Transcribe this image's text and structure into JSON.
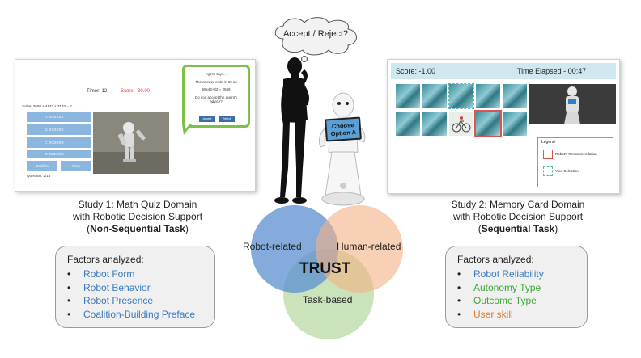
{
  "thought_bubble": {
    "text": "Accept / Reject?"
  },
  "robot_tablet": {
    "line1": "Choose",
    "line2": "Option A"
  },
  "study1": {
    "caption_line1": "Study 1: Math Quiz Domain",
    "caption_line2": "with Robotic Decision Support",
    "caption_line3_prefix": "(",
    "caption_line3_bold": "Non-Sequential Task",
    "caption_line3_suffix": ")",
    "screenshot": {
      "timer": "Timer: 12",
      "score": "Score: -30.00",
      "solve": "Solve: 7659 + 4143 + 3132 = ?",
      "options": [
        "A: XXXXXX",
        "B: XXXXXX",
        "C: XXXXXX",
        "D: XXXXXX"
      ],
      "confirm": "Confirm",
      "next": "Next",
      "question": "Question: 2/15",
      "agent_lines": [
        "Agent says...",
        "The answer ends in 69 as",
        "59x43+32 = 2569",
        "Do you accept the agent's advice?"
      ],
      "accept": "Accept",
      "reject": "Reject"
    },
    "factors_title": "Factors analyzed:",
    "factors": [
      "Robot Form",
      "Robot Behavior",
      "Robot Presence",
      "Coalition-Building Preface"
    ],
    "factor_colors": [
      "#3a7abf",
      "#3a7abf",
      "#3a7abf",
      "#3a7abf"
    ]
  },
  "study2": {
    "caption_line1": "Study 2: Memory Card Domain",
    "caption_line2": "with Robotic Decision Support",
    "caption_line3_prefix": "(",
    "caption_line3_bold": "Sequential Task",
    "caption_line3_suffix": ")",
    "screenshot": {
      "score": "Score: -1.00",
      "time": "Time Elapsed - 00:47",
      "legend_title": "Legend",
      "legend_rec": "Robot's Recommendation",
      "legend_sel": "Your Selection"
    },
    "factors_title": "Factors analyzed:",
    "factors": [
      "Robot Reliability",
      "Autonomy Type",
      "Outcome Type",
      "User skill"
    ],
    "factor_colors": [
      "#3a7abf",
      "#3aaa35",
      "#3aaa35",
      "#e07b2a"
    ]
  },
  "venn": {
    "robot": "Robot-related",
    "human": "Human-related",
    "task": "Task-based",
    "center": "TRUST",
    "colors": {
      "robot": "#5b8fd0",
      "human": "#f4b183",
      "task": "#a9d18e"
    }
  }
}
